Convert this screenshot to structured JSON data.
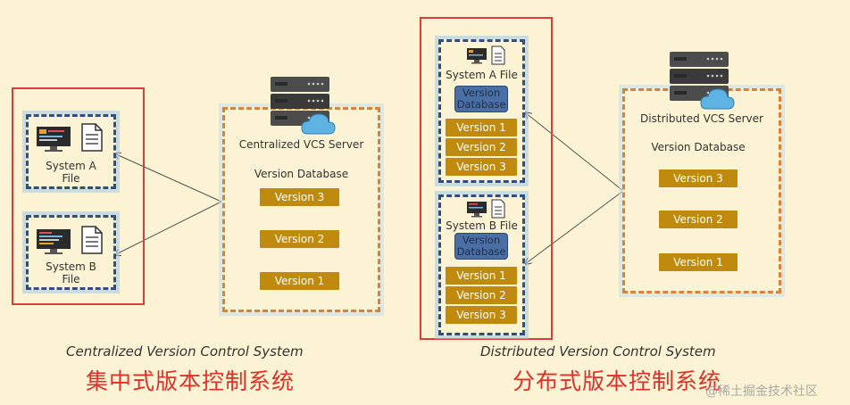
{
  "centralized": {
    "client_a_label": "System A\nFile",
    "client_b_label": "System B\nFile",
    "server_title": "Centralized VCS Server",
    "db_title": "Version Database",
    "versions": [
      "Version 3",
      "Version 2",
      "Version 1"
    ],
    "caption_en": "Centralized Version Control System",
    "caption_cn": "集中式版本控制系统"
  },
  "distributed": {
    "client_a_label": "System A File",
    "client_b_label": "System B File",
    "local_db_label": "Version\nDatabase",
    "client_versions": [
      "Version 1",
      "Version 2",
      "Version 3"
    ],
    "server_title": "Distributed VCS Server",
    "db_title": "Version Database",
    "versions": [
      "Version 3",
      "Version 2",
      "Version 1"
    ],
    "caption_en": "Distributed Version Control System",
    "caption_cn": "分布式版本控制系统"
  },
  "watermark": "@稀土掘金技术社区",
  "colors": {
    "background": "#fbf3d3",
    "red_highlight": "#e23b3b",
    "version_box": "#c08a0e",
    "client_border": "#2f4f7f",
    "server_border": "#d9823a"
  }
}
